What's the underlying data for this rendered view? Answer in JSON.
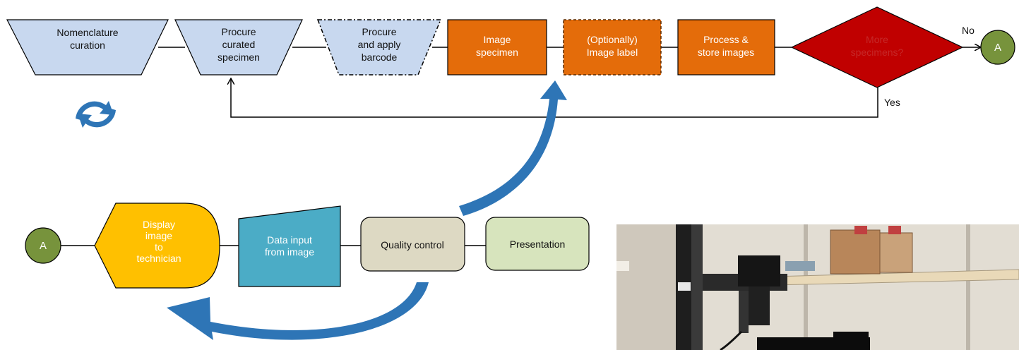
{
  "colors": {
    "blue_shape": "#c8d8ef",
    "orange": "#e46c0a",
    "red": "#c00000",
    "green_connector": "#77933c",
    "yellow": "#ffc000",
    "teal": "#4bacc6",
    "beige": "#ddd9c3",
    "light_green": "#d7e4bd",
    "arrow_blue": "#2e75b6",
    "line": "#000000"
  },
  "nodes": {
    "nomenclature": {
      "lines": [
        "Nomenclature",
        "curation"
      ]
    },
    "procure_curated": {
      "lines": [
        "Procure",
        "curated",
        "specimen"
      ]
    },
    "procure_barcode": {
      "lines": [
        "Procure",
        "and apply",
        "barcode"
      ]
    },
    "image_specimen": {
      "lines": [
        "Image",
        "specimen"
      ]
    },
    "image_label": {
      "lines": [
        "(Optionally)",
        "Image label"
      ]
    },
    "process_store": {
      "lines": [
        "Process &",
        "store images"
      ]
    },
    "more_specimens": {
      "lines": [
        "More",
        "specimens?"
      ]
    },
    "connector_top": {
      "label": "A"
    },
    "connector_bottom": {
      "label": "A"
    },
    "display_image": {
      "lines": [
        "Display",
        "image",
        "to",
        "technician"
      ]
    },
    "data_input": {
      "lines": [
        "Data input",
        "from image"
      ]
    },
    "quality_control": {
      "lines": [
        "Quality control"
      ]
    },
    "presentation": {
      "lines": [
        "Presentation"
      ]
    }
  },
  "edge_labels": {
    "no": "No",
    "yes": "Yes"
  },
  "photo": {
    "description_icon": "imaging-station-photo-icon"
  }
}
